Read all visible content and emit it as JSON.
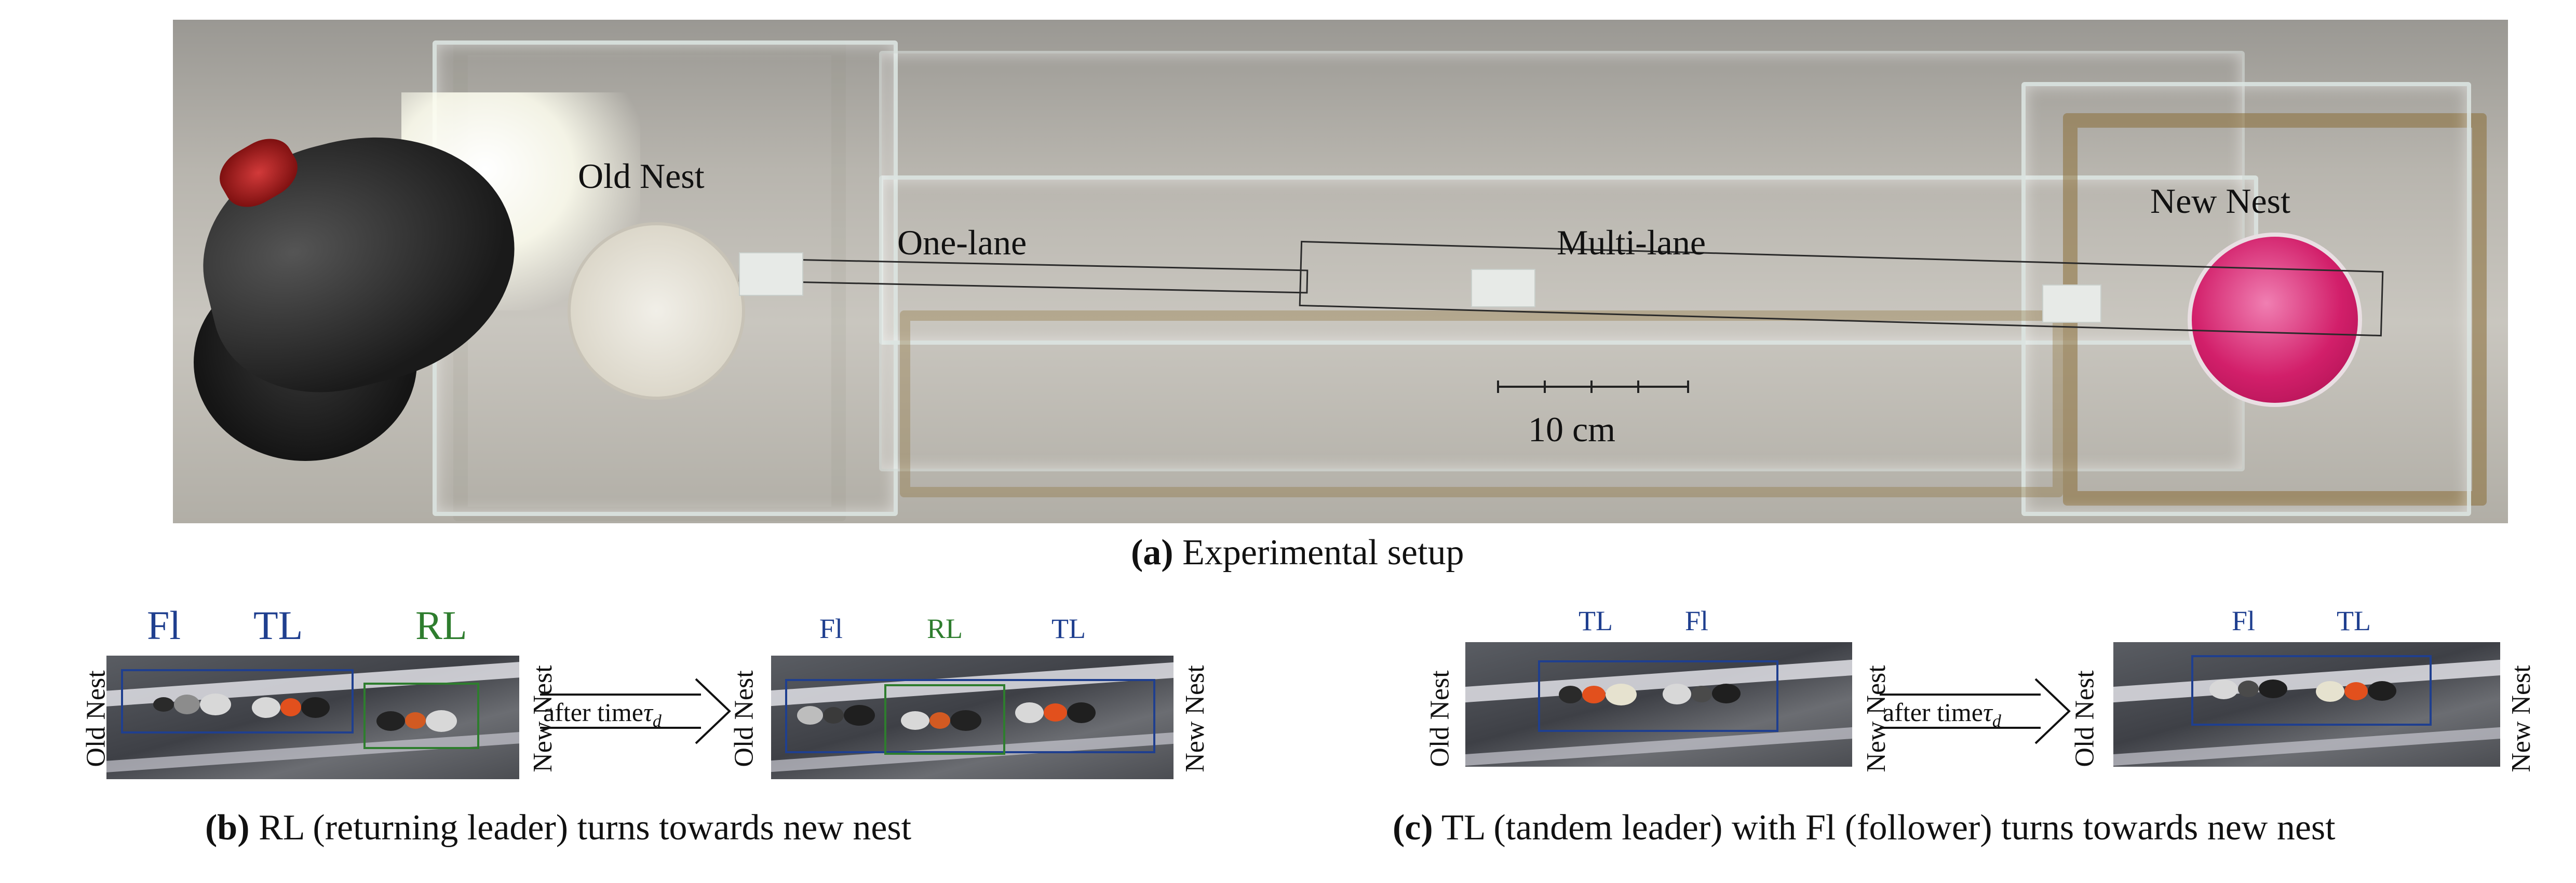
{
  "panel_a": {
    "labels": {
      "old_nest": "Old Nest",
      "new_nest": "New Nest",
      "one_lane": "One-lane",
      "multi_lane": "Multi-lane",
      "scale": "10 cm"
    },
    "caption_letter": "(a)",
    "caption_text": "Experimental setup"
  },
  "panel_b": {
    "left_frame": {
      "side_left": "Old Nest",
      "side_right": "New Nest",
      "tags": [
        "Fl",
        "TL",
        "RL"
      ]
    },
    "arrow_text": "after time",
    "arrow_symbol": "τ",
    "arrow_sub": "d",
    "right_frame": {
      "side_left": "Old Nest",
      "side_right": "New Nest",
      "tags": [
        "Fl",
        "RL",
        "TL"
      ]
    },
    "caption_letter": "(b)",
    "caption_text": "RL (returning leader) turns towards new nest"
  },
  "panel_c": {
    "left_frame": {
      "side_left": "Old Nest",
      "side_right": "New Nest",
      "tags": [
        "TL",
        "Fl"
      ]
    },
    "arrow_text": "after time",
    "arrow_symbol": "τ",
    "arrow_sub": "d",
    "right_frame": {
      "side_left": "Old Nest",
      "side_right": "New Nest",
      "tags": [
        "Fl",
        "TL"
      ]
    },
    "caption_letter": "(c)",
    "caption_text": "TL (tandem leader) with Fl (follower) turns towards new nest"
  },
  "colors": {
    "leader_box": "#1f3f8f",
    "returning_box": "#2e7d2e",
    "new_nest_dish": "#d21f6a"
  }
}
